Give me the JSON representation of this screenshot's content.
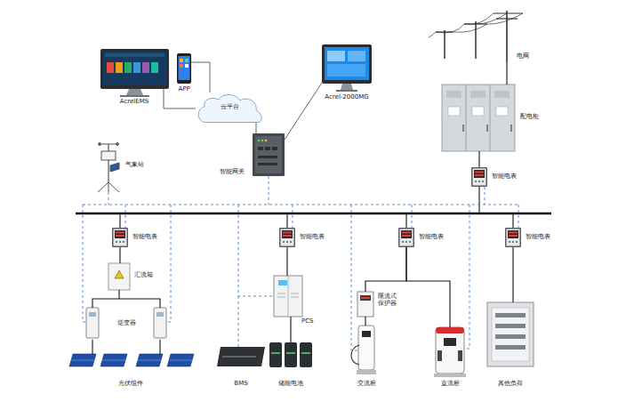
{
  "diagram": {
    "nodes": [
      {
        "text": [
          "AcrelEMS"
        ]
      },
      {
        "text": [
          "APP"
        ]
      },
      {
        "text": [
          "云平台"
        ]
      },
      {
        "text": [
          "Acrel-2000MG"
        ]
      },
      {
        "text": [
          "电网"
        ]
      },
      {
        "text": [
          "智能网关"
        ]
      },
      {
        "text": [
          "配电柜"
        ]
      },
      {
        "text": [
          "气象站"
        ]
      },
      {
        "text": [
          "智能电表"
        ]
      },
      {
        "text": [
          "智能电表"
        ]
      },
      {
        "text": [
          "智能电表"
        ]
      },
      {
        "text": [
          "智能电表"
        ]
      },
      {
        "text": [
          "智能电表"
        ]
      },
      {
        "text": [
          "汇流箱"
        ]
      },
      {
        "text": [
          "PCS"
        ]
      },
      {
        "text": [
          "限流式保护器"
        ]
      },
      {
        "text": [
          "逆变器"
        ]
      },
      {
        "text": [
          "其他负荷"
        ]
      },
      {
        "text": [
          "BMS"
        ]
      },
      {
        "text": [
          "储能电池"
        ]
      },
      {
        "text": [
          "交流桩"
        ]
      },
      {
        "text": [
          "直流桩"
        ]
      },
      {
        "text": [
          "光伏组件"
        ]
      }
    ],
    "edges": [
      {
        "from": 0,
        "to": 2,
        "arrow": "none"
      },
      {
        "from": 1,
        "to": 2,
        "arrow": "none"
      },
      {
        "from": 5,
        "to": 2,
        "arrow": "none"
      },
      {
        "from": 5,
        "to": 3,
        "arrow": "none"
      },
      {
        "from": 4,
        "to": 6,
        "arrow": "none"
      },
      {
        "from": 6,
        "to": 8,
        "arrow": "none"
      },
      {
        "from": 9,
        "to": 13,
        "arrow": "none"
      },
      {
        "from": 13,
        "to": 16,
        "arrow": "none"
      },
      {
        "from": 16,
        "to": 22,
        "arrow": "none"
      },
      {
        "from": 10,
        "to": 14,
        "arrow": "none"
      },
      {
        "from": 14,
        "to": 19,
        "arrow": "none"
      },
      {
        "from": 11,
        "to": 15,
        "arrow": "none"
      },
      {
        "from": 11,
        "to": 21,
        "arrow": "none"
      },
      {
        "from": 15,
        "to": 20,
        "arrow": "none"
      },
      {
        "from": 12,
        "to": 17,
        "arrow": "none"
      }
    ]
  }
}
